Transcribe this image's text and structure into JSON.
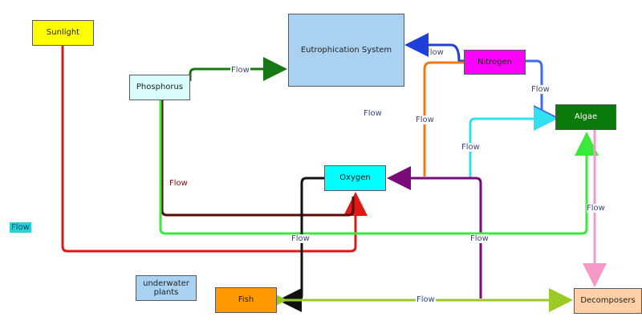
{
  "nodes": {
    "sunlight": "Sunlight",
    "phosphorus": "Phosphorus",
    "eutrophication": "Eutrophication System",
    "nitrogen": "Nitrogen",
    "algae": "Algae",
    "oxygen": "Oxygen",
    "underwater_plants": "underwater plants",
    "fish": "Fish",
    "decomposers": "Decomposers"
  },
  "edge_labels": {
    "phosphorus_to_eutro": "Flow",
    "nitrogen_to_eutro": "Flow",
    "nitrogen_to_algae": "Flow",
    "center_free": "Flow",
    "oxygen_to_nitrogen": "Flow",
    "algae_link": "Flow",
    "phosphorus_to_oxygen": "Flow",
    "algae_to_decomposers": "Flow",
    "oxygen_to_fish": "Flow",
    "nitrogen_to_fish": "Flow",
    "fish_decomposers": "Flow",
    "stray_flow": "Flow"
  },
  "colors": {
    "sunlight": "#ffff00",
    "phosphorus": "#d9fcfc",
    "eutrophication": "#a9d1f2",
    "nitrogen": "#ff00ff",
    "algae": "#0a7a0a",
    "oxygen": "#00ffff",
    "underwater_plants": "#a9d1f2",
    "fish": "#ff9900",
    "decomposers": "#ffcfa8",
    "stray_flow": "#28d1d6"
  }
}
